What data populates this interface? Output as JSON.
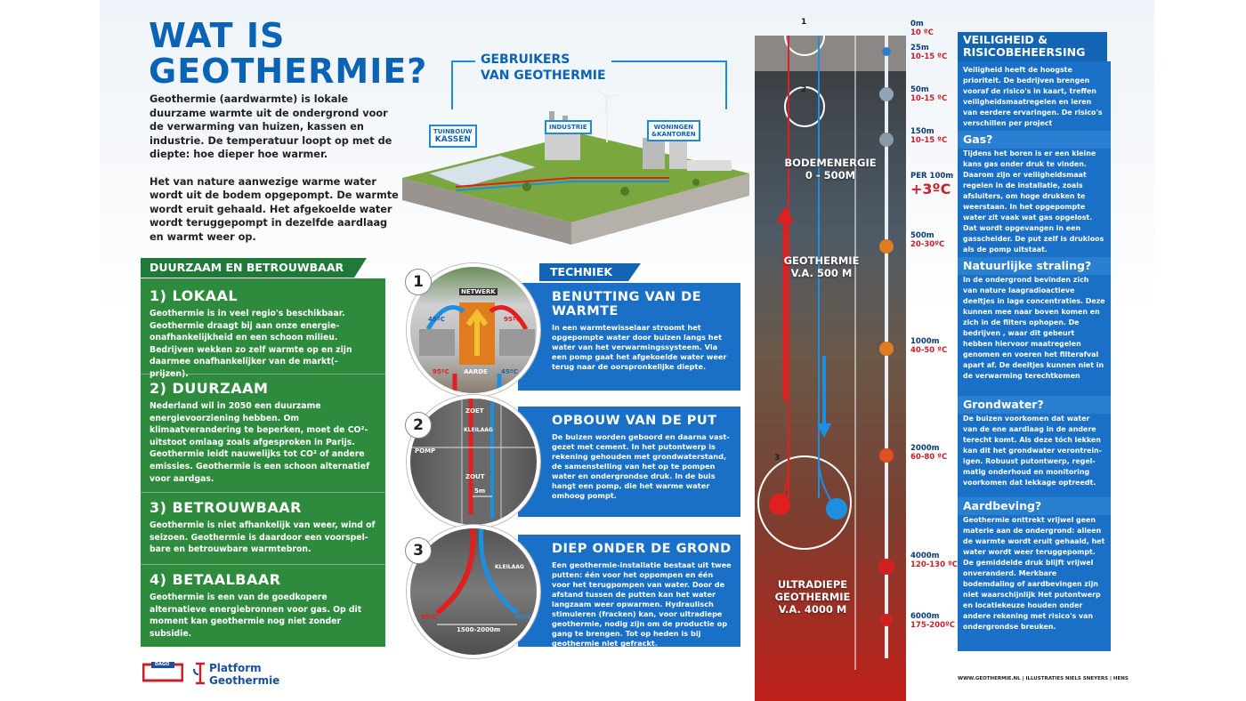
{
  "title": {
    "line1": "WAT IS",
    "line2": "GEOTHERMIE?"
  },
  "intro": {
    "p1": "Geothermie (aardwarmte) is lokale duurzame warmte uit de ondergrond voor de verwarming van huizen, kassen en industrie. De temperatuur loopt op met de diepte: hoe dieper hoe warmer.",
    "p2": "Het van nature aanwezige warme water wordt uit de bodem opgepompt. De warmte wordt eruit gehaald. Het afgekoelde water wordt teruggepompt in dezelfde aardlaag en warmt weer op."
  },
  "duurzaam": {
    "header": "DUURZAAM EN BETROUWBAAR",
    "items": [
      {
        "title": "1) LOKAAL",
        "text": "Geothermie is in veel regio's beschikbaar. Geothermie draagt bij aan onze energie-onafhankelijkheid en een schoon milieu. Bedrijven wekken zo zelf warmte op en zijn daarmee onafhankelijker van de markt(-prijzen)."
      },
      {
        "title": "2) DUURZAAM",
        "text": "Nederland wil in 2050 een duurzame energievoorziening hebben. Om klimaatverandering te beperken, moet de CO²-uitstoot omlaag zoals afgesproken in Parijs. Geothermie leidt nauwelijks tot CO² of andere emissies. Geothermie is een schoon alternatief voor aardgas."
      },
      {
        "title": "3) BETROUWBAAR",
        "text": "Geothermie is niet afhankelijk van weer, wind of seizoen. Geothermie is daardoor een voorspel-bare en betrouwbare warmtebron."
      },
      {
        "title": "4) BETAALBAAR",
        "text": "Geothermie is een van de goedkopere alternatieve energiebronnen voor gas. Op dit moment kan geothermie nog niet zonder subsidie."
      }
    ]
  },
  "logos": {
    "dago": "DAGO",
    "platform_line1": "Platform",
    "platform_line2": "Geothermie"
  },
  "users": {
    "title_line1": "GEBRUIKERS",
    "title_line2": "VAN GEOTHERMIE",
    "tags": {
      "kassen_1": "TUINBOUW",
      "kassen_2": "KASSEN",
      "industrie": "INDUSTRIE",
      "woningen_1": "WONINGEN",
      "woningen_2": "&KANTOREN"
    }
  },
  "techniek": {
    "header": "TECHNIEK",
    "steps": [
      {
        "num": "1",
        "title": "BENUTTING VAN DE WARMTE",
        "text": "In een warmtewisselaar stroomt het opgepompte water door buizen langs het water van het verwarmingssysteem. Via een pomp gaat het afgekoelde water weer terug naar de oorspronkelijke diepte.",
        "labels": {
          "netwerk": "NETWERK",
          "t1": "45ºC",
          "t2": "95ºC",
          "t3": "95ºC",
          "aarde": "AARDE",
          "t4": "45ºC"
        }
      },
      {
        "num": "2",
        "title": "OPBOUW VAN DE PUT",
        "text": "De buizen worden geboord en daarna vast-gezet met cement. In het putontwerp is rekening gehouden met grondwaterstand, de samenstelling van het op te pompen water en ondergrondse druk. In de buis hangt een pomp, die het warme water omhoog pompt.",
        "labels": {
          "zoet": "ZOET",
          "kleilaag": "KLEILAAG",
          "pomp": "POMP",
          "zout": "ZOUT",
          "dist": "5m"
        }
      },
      {
        "num": "3",
        "title": "DIEP ONDER DE GROND",
        "text": "Een geothermie-installatie bestaat uit twee putten: één voor het oppompen en één voor het terugpompen van water. Door de afstand tussen de putten kan het water langzaam weer opwarmen. Hydraulisch stimuleren (fracken) kan, voor ultradiepe geothermie, nodig zijn om de productie op gang te brengen. Tot op heden is bij geothermie niet gefrackt.",
        "labels": {
          "kleilaag": "KLEILAAG",
          "hot": "95ºC",
          "cold": "45ºC",
          "dist": "1500-2000m"
        }
      }
    ]
  },
  "well": {
    "markers": {
      "m1": "1",
      "m2": "2",
      "m3": "3"
    },
    "zones": {
      "bodem_1": "BODEMENERGIE",
      "bodem_2": "0 - 500M",
      "geo_1": "GEOTHERMIE",
      "geo_2": "V.A. 500 M",
      "ultra_1": "ULTRADIEPE",
      "ultra_2": "GEOTHERMIE",
      "ultra_3": "V.A. 4000 M"
    },
    "depths": [
      {
        "m": "0m",
        "t": "10 ºC"
      },
      {
        "m": "25m",
        "t": "10-15 ºC"
      },
      {
        "m": "50m",
        "t": "10-15 ºC"
      },
      {
        "m": "150m",
        "t": "10-15 ºC"
      },
      {
        "m": "500m",
        "t": "20-30ºC"
      },
      {
        "m": "1000m",
        "t": "40-50 ºC"
      },
      {
        "m": "2000m",
        "t": "60-80 ºC"
      },
      {
        "m": "4000m",
        "t": "120-130 ºC"
      },
      {
        "m": "6000m",
        "t": "175-200ºC"
      }
    ],
    "gradient_1": "PER 100m",
    "gradient_2": "+3ºC",
    "colors": {
      "accent": "#1a6fc6",
      "hot": "#e02020",
      "cold": "#1e8ee0"
    }
  },
  "risks": {
    "header_line1": "VEILIGHEID &",
    "header_line2": "RISICOBEHEERSING",
    "intro": "Veiligheid heeft de hoogste prioriteit. De bedrijven brengen vooraf de risico's in kaart, treffen veiligheidsmaatregelen en leren van eerdere ervaringen. De risico's verschillen per project",
    "items": [
      {
        "title": "Gas?",
        "text": "Tijdens het boren is er een kleine kans gas onder druk te vinden. Daarom zijn er veiligheidsmaat regelen in de installatie, zoals afsluiters, om hoge drukken te weerstaan. In het opgepompte water zit vaak wat gas opgelost. Dat wordt opgevangen in een gasscheider. De put zelf is drukloos als de pomp uitstaat."
      },
      {
        "title": "Natuurlijke straling?",
        "text": "In de ondergrond bevinden zich van nature laagradioactieve deeltjes in lage concentraties. Deze kunnen mee naar boven komen en zich in de filters ophopen. De bedrijven , waar dit gebeurt hebben hiervoor maatregelen genomen en voeren het filterafval apart af. De deeltjes kunnen niet in de verwarming terechtkomen"
      },
      {
        "title": "Grondwater?",
        "text": "De buizen voorkomen dat water van de ene aardlaag in de andere terecht komt. Als deze tóch lekken kan dit het grondwater verontrein-igen. Robuust putontwerp, regel-matig onderhoud en monitoring voorkomen dat lekkage optreedt."
      },
      {
        "title": "Aardbeving?",
        "text": "Geothermie onttrekt vrijwel geen materie aan de ondergrond: alleen de warmte wordt eruit gehaald, het water wordt weer teruggepompt. De gemiddelde druk blijft vrijwel onveranderd. Merkbare bodemdaling of aardbevingen zijn niet waarschijnlijk Het putontwerp en locatiekeuze houden onder andere rekening met risico's van ondergrondse breuken."
      }
    ]
  },
  "credit": "WWW.GEOTHERMIE.NL | ILLUSTRATIES NIELS SNEYERS | HENS"
}
